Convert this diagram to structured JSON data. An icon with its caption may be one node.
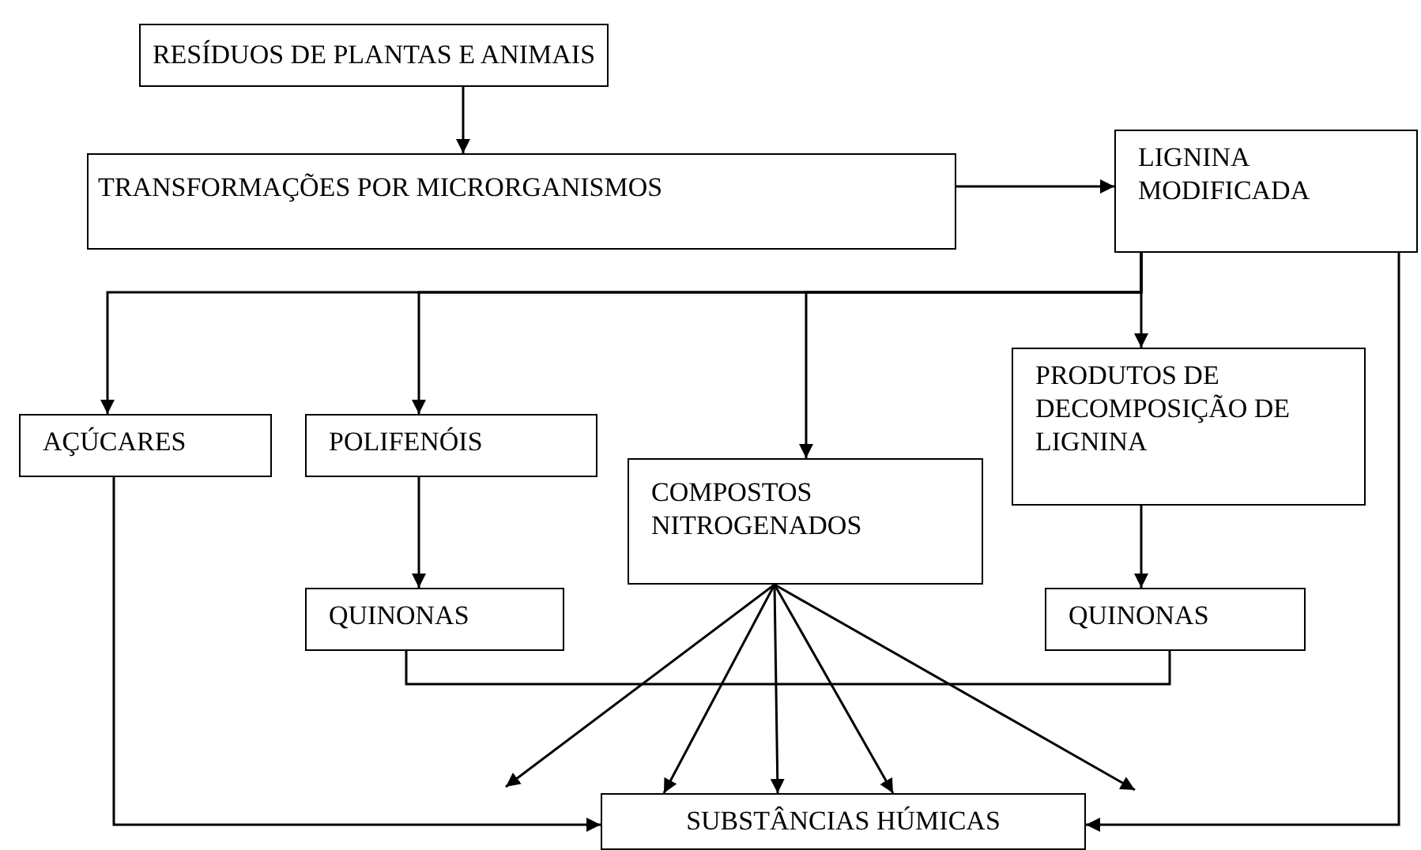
{
  "diagram": {
    "nodes": [
      {
        "text": [
          "RESÍDUOS DE PLANTAS E ANIMAIS"
        ]
      },
      {
        "text": [
          "TRANSFORMAÇÕES POR MICRORGANISMOS"
        ]
      },
      {
        "text": [
          "LIGNINA MODIFICADA"
        ]
      },
      {
        "text": [
          "AÇÚCARES"
        ]
      },
      {
        "text": [
          "POLIFENÓIS"
        ]
      },
      {
        "text": [
          "COMPOSTOS NITROGENADOS"
        ]
      },
      {
        "text": [
          "PRODUTOS DE DECOMPOSIÇÃO DE LIGNINA"
        ]
      },
      {
        "text": [
          "QUINONAS"
        ]
      },
      {
        "text": [
          "QUINONAS"
        ]
      },
      {
        "text": [
          "SUBSTÂNCIAS HÚMICAS"
        ]
      }
    ],
    "edges": [
      {
        "from": 0,
        "to": 1,
        "arrow": "to"
      },
      {
        "from": 1,
        "to": 2,
        "arrow": "to"
      },
      {
        "from": 2,
        "to": 3,
        "arrow": "to"
      },
      {
        "from": 2,
        "to": 4,
        "arrow": "to"
      },
      {
        "from": 2,
        "to": 5,
        "arrow": "to"
      },
      {
        "from": 2,
        "to": 6,
        "arrow": "to"
      },
      {
        "from": 4,
        "to": 7,
        "arrow": "to"
      },
      {
        "from": 6,
        "to": 8,
        "arrow": "to"
      },
      {
        "from": 7,
        "to": 8,
        "arrow": "none"
      },
      {
        "from": 3,
        "to": 9,
        "arrow": "to"
      },
      {
        "from": 2,
        "to": 9,
        "arrow": "to"
      },
      {
        "from": 5,
        "to": null,
        "arrow": "to"
      },
      {
        "from": 5,
        "to": 9,
        "arrow": "to"
      },
      {
        "from": 5,
        "to": 9,
        "arrow": "to"
      },
      {
        "from": 5,
        "to": 9,
        "arrow": "to"
      },
      {
        "from": 5,
        "to": null,
        "arrow": "to"
      }
    ]
  }
}
